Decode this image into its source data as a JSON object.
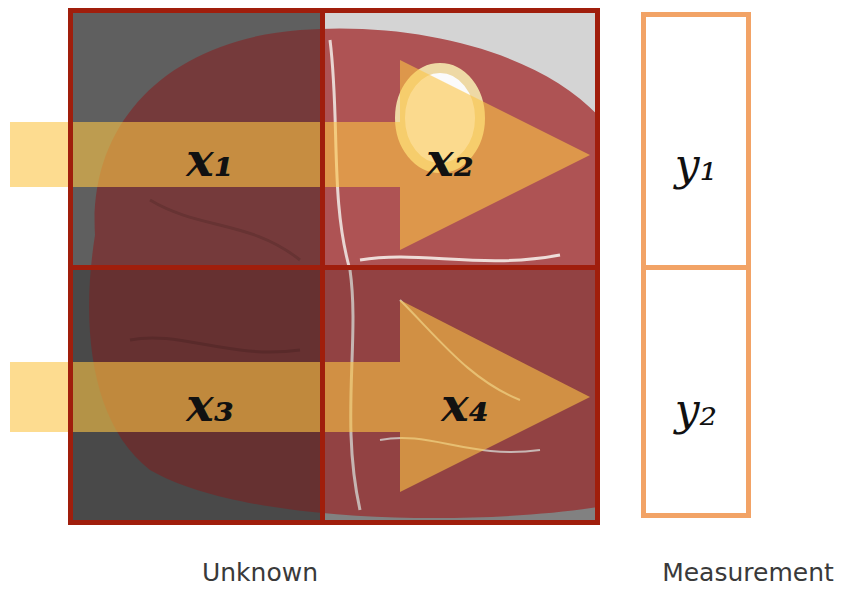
{
  "diagram": {
    "nodes": [
      {
        "text": [
          "x₁"
        ]
      },
      {
        "text": [
          "x₂"
        ]
      },
      {
        "text": [
          "x₃"
        ]
      },
      {
        "text": [
          "x₄"
        ]
      },
      {
        "text": [
          "y₁"
        ]
      },
      {
        "text": [
          "y₂"
        ]
      }
    ],
    "labels": [
      "Unknown",
      "Measurement"
    ]
  }
}
